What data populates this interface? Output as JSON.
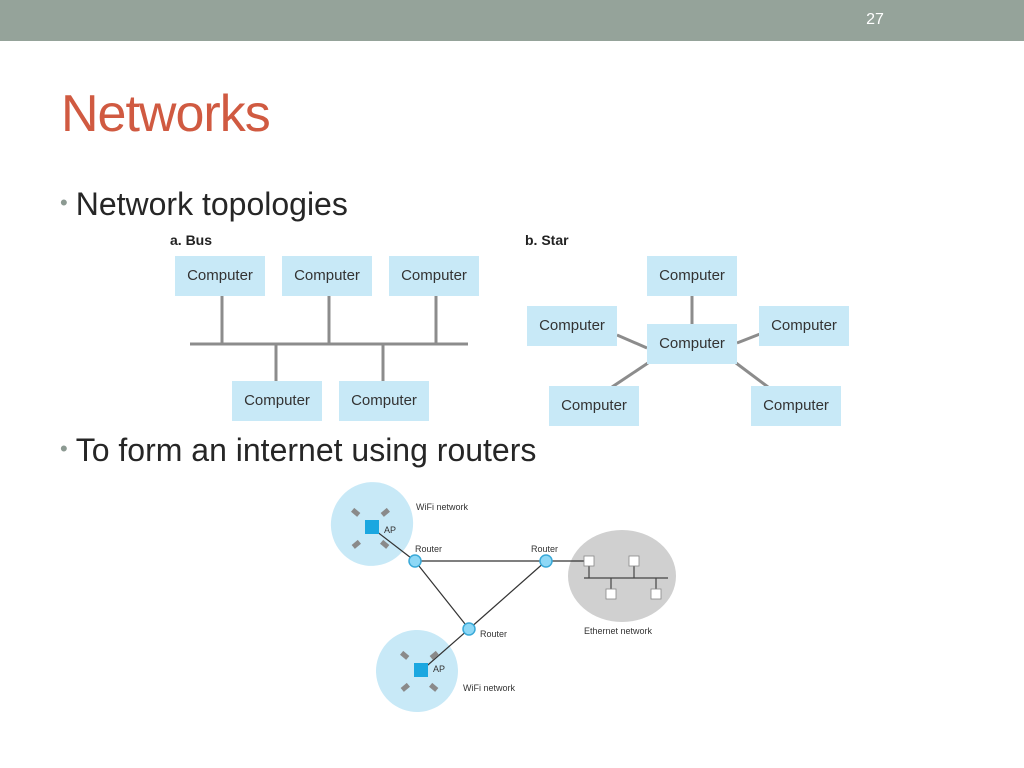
{
  "slide": {
    "number": "27",
    "title": "Networks"
  },
  "bullets": [
    "Network topologies",
    "To form an internet using routers"
  ],
  "bus_diagram": {
    "label": "a. Bus",
    "computers": [
      "Computer",
      "Computer",
      "Computer",
      "Computer",
      "Computer"
    ]
  },
  "star_diagram": {
    "label": "b. Star",
    "computers": [
      "Computer",
      "Computer",
      "Computer",
      "Computer",
      "Computer",
      "Computer"
    ]
  },
  "internet_diagram": {
    "wifi_label_1": "WiFi network",
    "wifi_label_2": "WiFi network",
    "ap_label_1": "AP",
    "ap_label_2": "AP",
    "router_label_1": "Router",
    "router_label_2": "Router",
    "router_label_3": "Router",
    "ethernet_label": "Ethernet network"
  },
  "colors": {
    "top_bar": "#95a39a",
    "title": "#d05a41",
    "computer_box": "#c8e9f7",
    "connector": "#8c8c8c",
    "wifi_cloud": "#c8e9f7",
    "ethernet_cloud": "#d0d0d0",
    "access_point": "#1ba7e0",
    "router": "#8ed8f6"
  }
}
